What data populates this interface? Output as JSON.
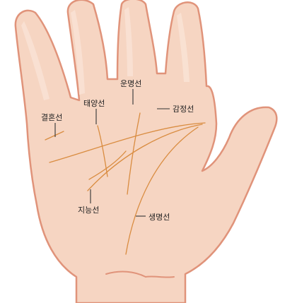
{
  "colors": {
    "skin_fill": "#f6d5c2",
    "skin_outline": "#e0937a",
    "skin_highlight": "#fae3d6",
    "skin_crease": "#e8a98f",
    "palm_line": "#d98c40",
    "leader_line": "#333333",
    "text": "#222222"
  },
  "labels": {
    "marriage_line": "결혼선",
    "sun_line": "태양선",
    "fate_line": "운명선",
    "heart_line": "감정선",
    "head_line": "지능선",
    "life_line": "생명선"
  }
}
